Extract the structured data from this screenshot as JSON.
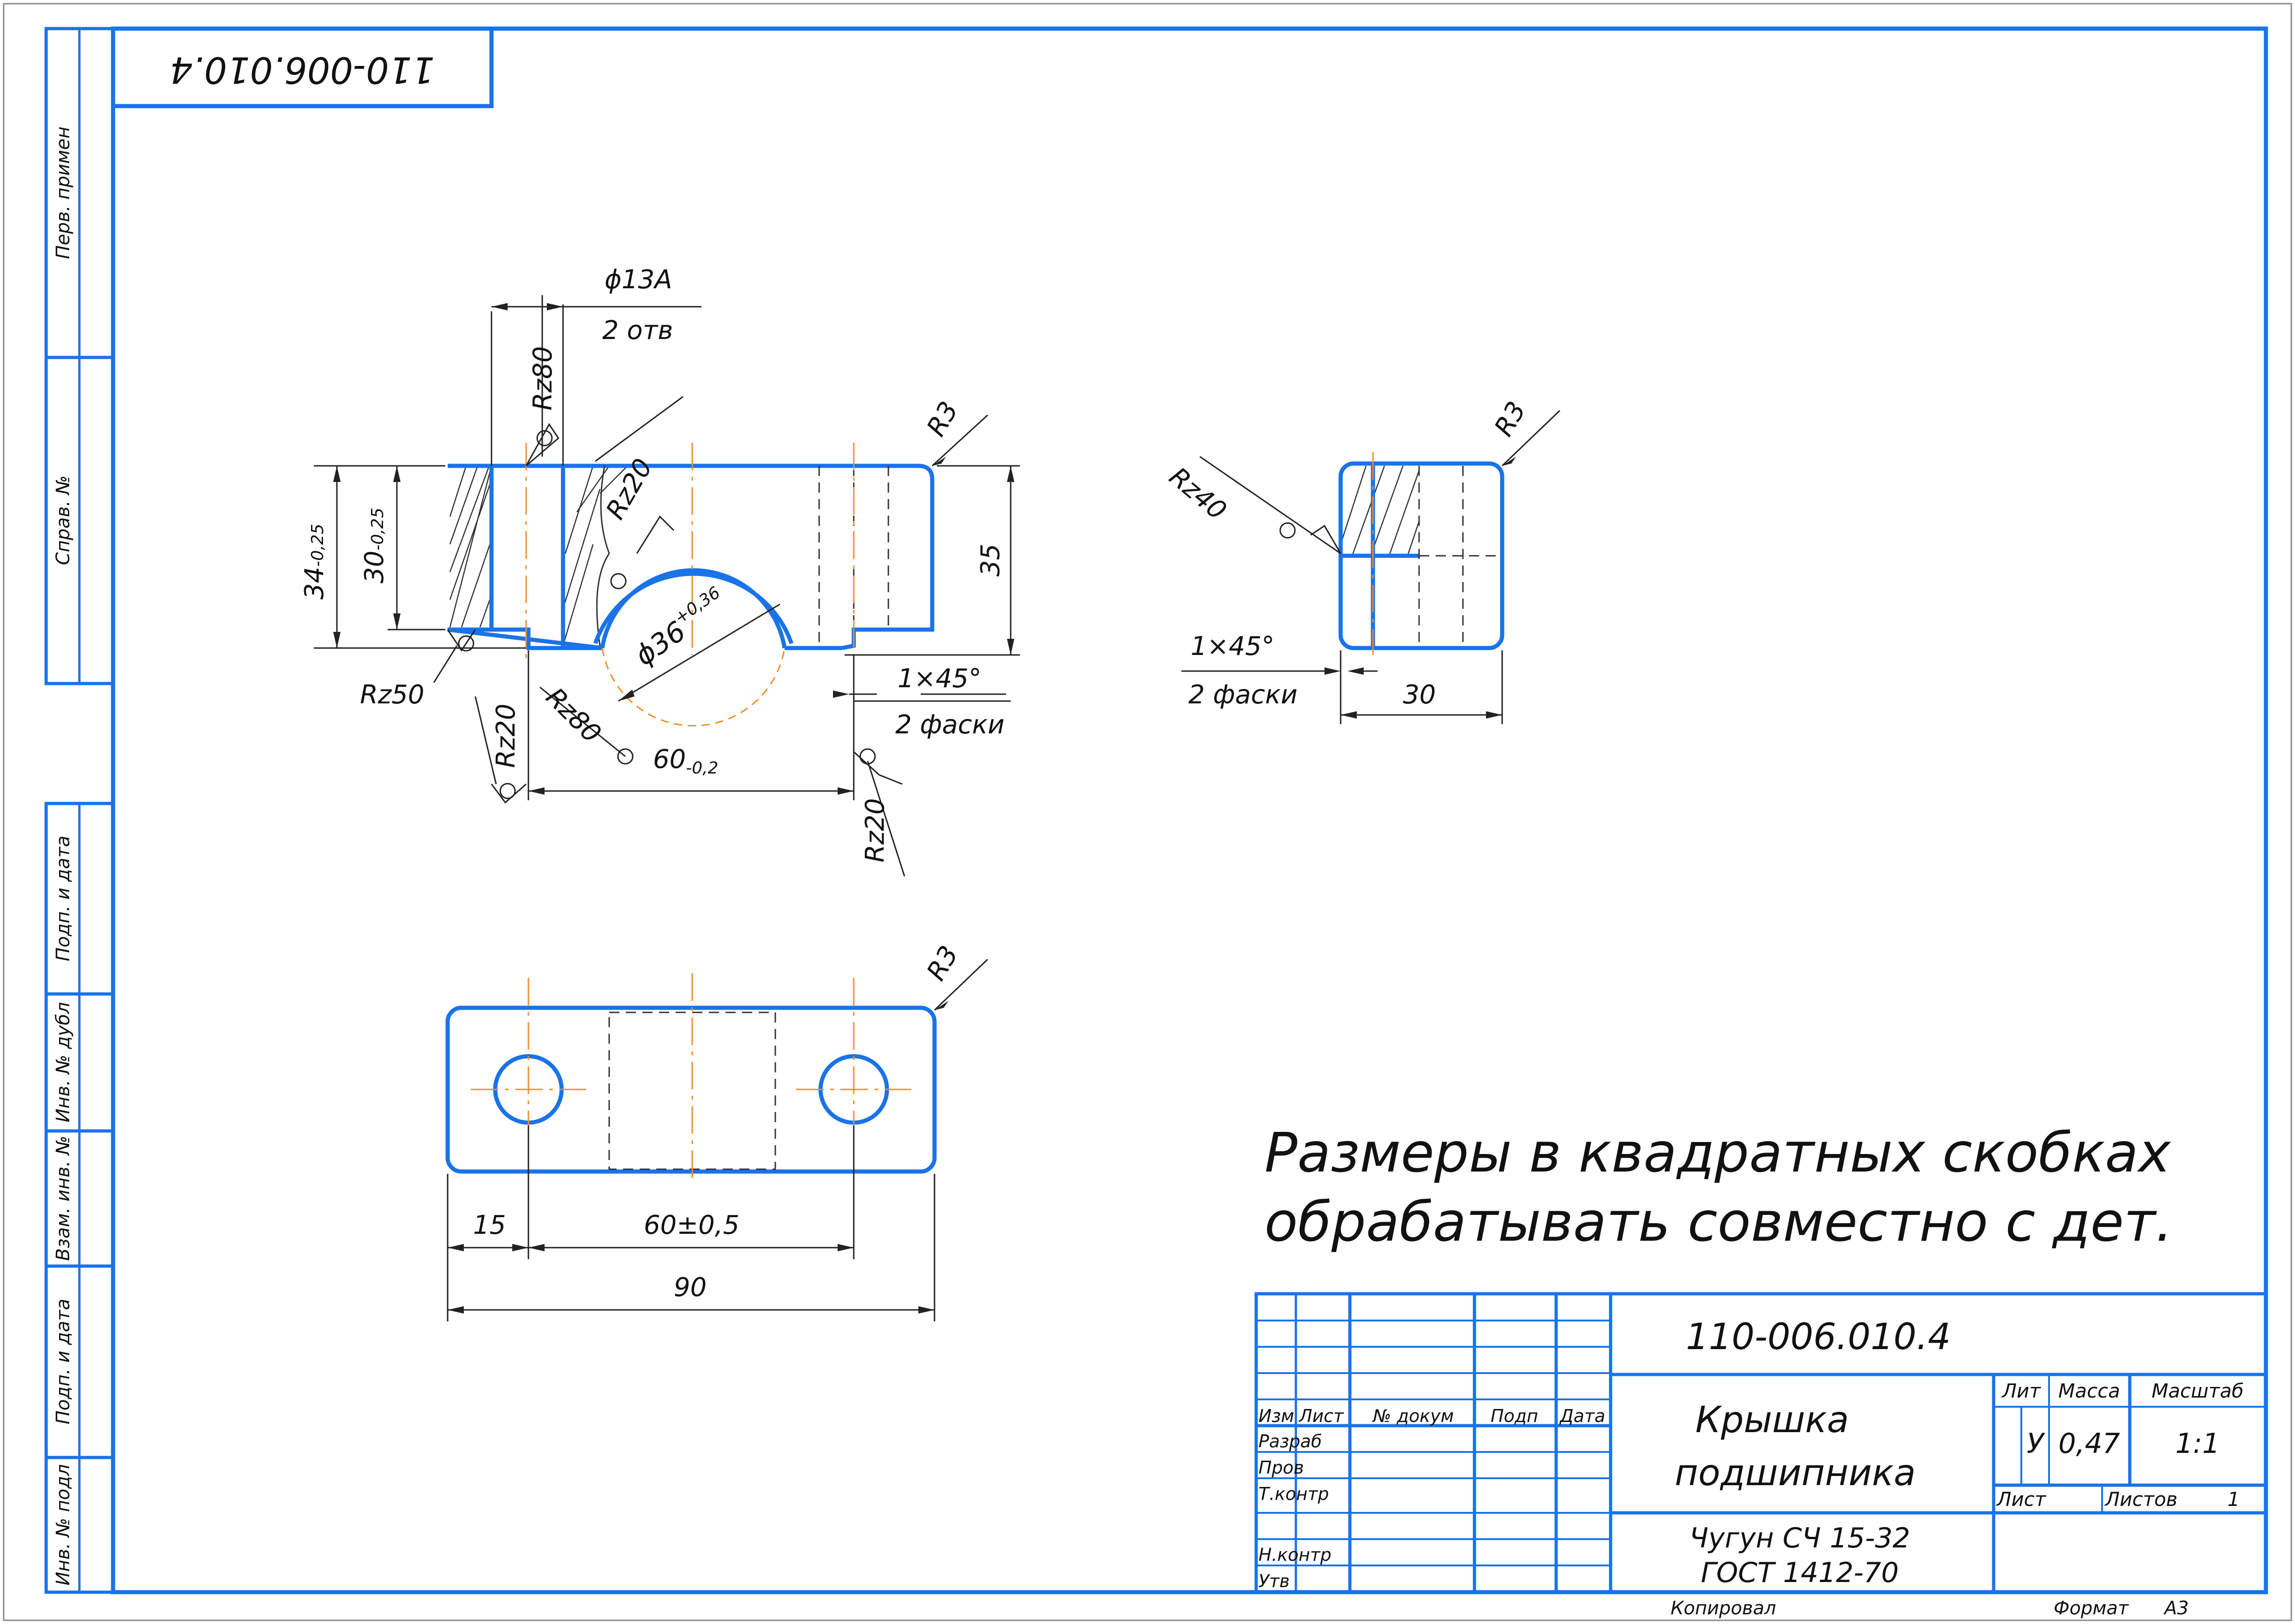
{
  "colors": {
    "frame": "#1a73e8",
    "center_line": "#f28c28",
    "text": "#111111"
  },
  "stamp_top": "110-006.010.4",
  "side_strip": {
    "perv_primen": "Перв. примен",
    "sprav_no": "Справ. №",
    "podp_data_1": "Подп. и дата",
    "inv_dubl": "Инв. № дубл",
    "vzam_inv": "Взам. инв. №",
    "podp_data_2": "Подп. и дата",
    "inv_podl": "Инв. № подл"
  },
  "front_view": {
    "hole_dia": "ϕ13А",
    "hole_count": "2 отв",
    "rz80_top": "Rz80",
    "r3": "R3",
    "rz20_inner": "Rz20",
    "dim_34": "34",
    "dim_34_tol": "-0,25",
    "dim_30": "30",
    "dim_30_tol": "-0,25",
    "dim_35": "35",
    "bore": "ϕ36",
    "bore_tol": "+0,36",
    "rz50": "Rz50",
    "rz20_left": "Rz20",
    "rz80_bottom": "Rz80",
    "dim_60": "60",
    "dim_60_tol": "-0,2",
    "rz20_right": "Rz20",
    "chamfer": "1×45°",
    "chamfer_count": "2 фаски"
  },
  "side_view": {
    "r3": "R3",
    "rz40": "Rz40",
    "chamfer": "1×45°",
    "chamfer_count": "2 фаски",
    "dim_30": "30"
  },
  "top_view": {
    "r3": "R3",
    "dim_15": "15",
    "dim_60": "60±0,5",
    "dim_90": "90"
  },
  "note": {
    "line1": "Размеры в квадратных скобках",
    "line2": "обрабатывать совместно с дет."
  },
  "title_block": {
    "designation": "110-006.010.4",
    "name_line1": "Крышка",
    "name_line2": "подшипника",
    "material_line1": "Чугун СЧ 15-32",
    "material_line2": "ГОСТ 1412-70",
    "col_izm": "Изм",
    "col_list": "Лист",
    "col_dokum": "№ докум",
    "col_podp": "Подп",
    "col_data": "Дата",
    "row_razrab": "Разраб",
    "row_prov": "Пров",
    "row_tkontr": "Т.контр",
    "row_nkontr": "Н.контр",
    "row_utv": "Утв",
    "lit_label": "Лит",
    "massa_label": "Масса",
    "masshtab_label": "Масштаб",
    "lit_value": "У",
    "massa_value": "0,47",
    "masshtab_value": "1:1",
    "list_label": "Лист",
    "listov_label": "Листов",
    "listov_value": "1"
  },
  "footer": {
    "kopiroval": "Копировал",
    "format_label": "Формат",
    "format_value": "А3"
  }
}
